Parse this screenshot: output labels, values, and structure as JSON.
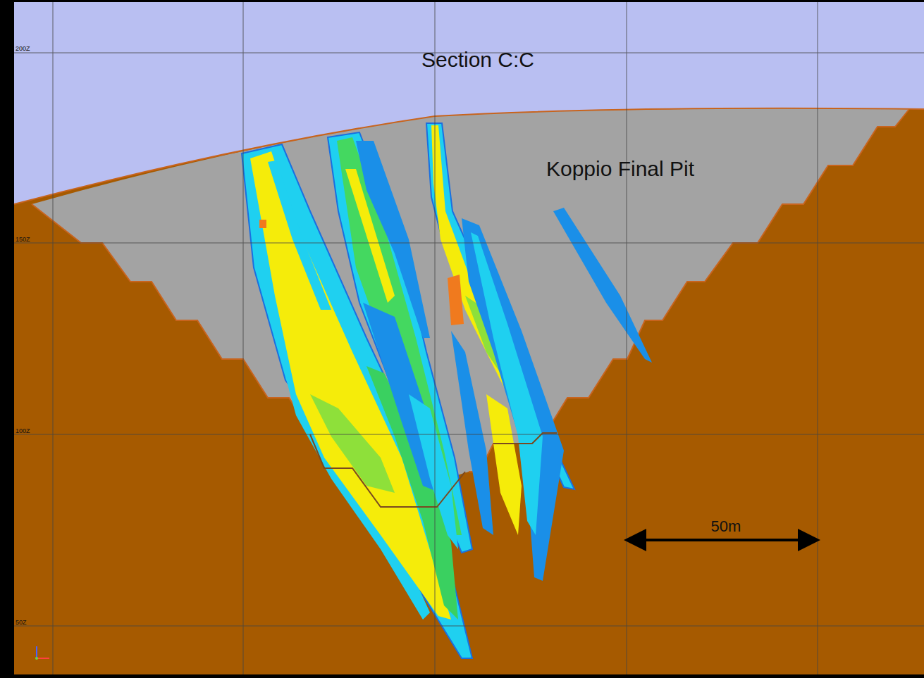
{
  "diagram": {
    "title": "Section C:C",
    "labels": [
      "Koppio Final Pit",
      "50m",
      "200Z",
      "150Z",
      "100Z",
      "50Z"
    ]
  }
}
